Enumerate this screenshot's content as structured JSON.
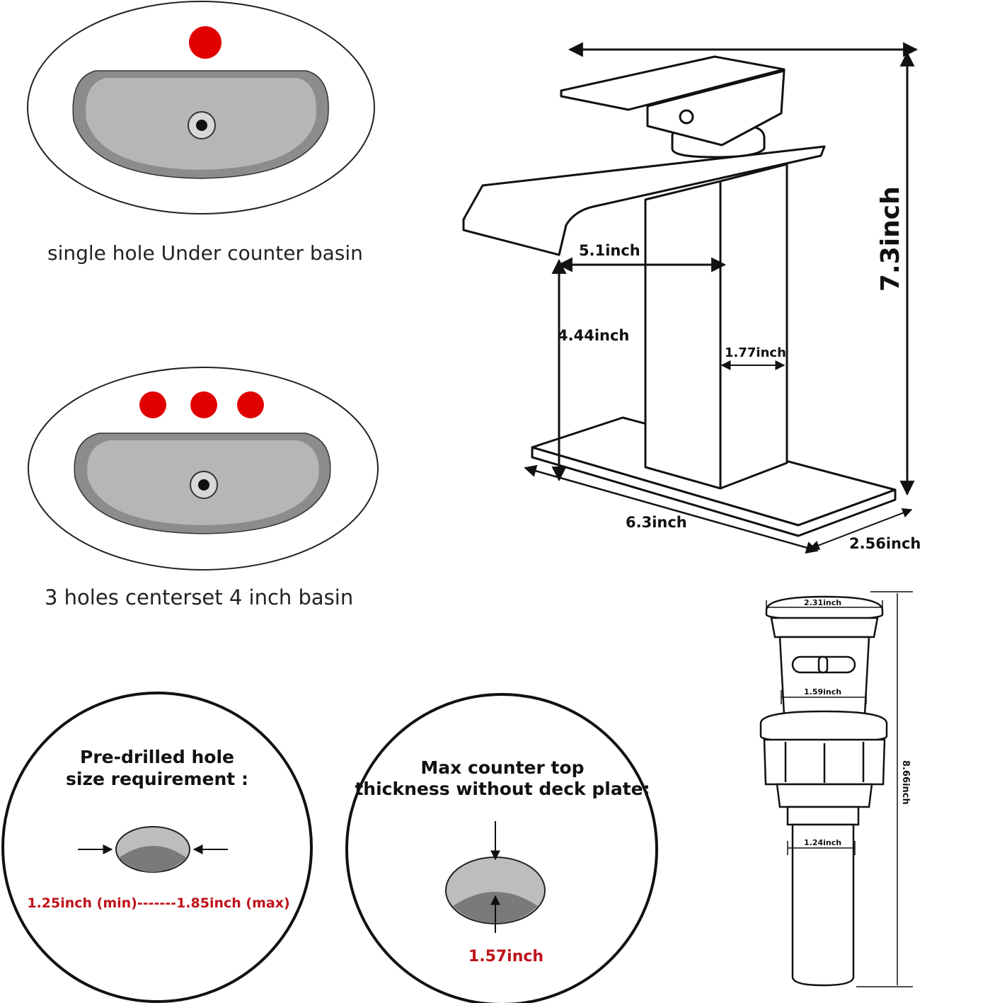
{
  "basins": {
    "single_caption": "single hole Under counter basin",
    "three_caption": "3 holes centerset 4 inch basin"
  },
  "faucet": {
    "height": "7.3inch",
    "spout_reach": "5.1inch",
    "spout_height": "4.44inch",
    "body_depth": "1.77inch",
    "plate_length": "6.3inch",
    "plate_width": "2.56inch"
  },
  "drain": {
    "cap_diameter": "2.31inch",
    "body_diameter": "1.59inch",
    "tail_diameter": "1.24inch",
    "total_length": "8.66inch"
  },
  "hole_req": {
    "title_line1": "Pre-drilled hole",
    "title_line2": "size requirement :",
    "range": "1.25inch (min)-------1.85inch (max)"
  },
  "counter": {
    "title_line1": "Max counter top",
    "title_line2": "thickness without deck plate:",
    "value": "1.57inch"
  },
  "colors": {
    "hole_red": "#e00000",
    "label_red": "#c0121a",
    "basin_rim": "#8a8a8a",
    "basin_bowl": "#b4b4b4"
  }
}
